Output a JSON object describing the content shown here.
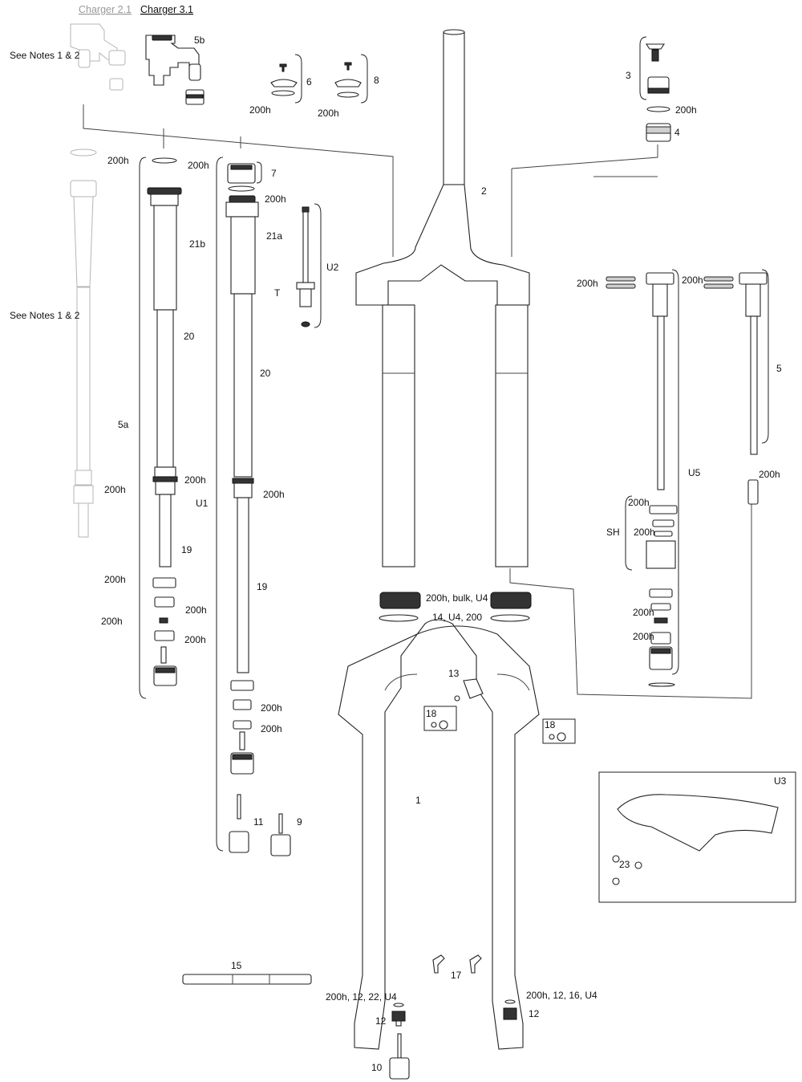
{
  "headers": {
    "charger21": "Charger 2.1",
    "charger31": "Charger 3.1"
  },
  "notes": {
    "top": "See Notes 1 & 2",
    "middle": "See Notes 1 & 2"
  },
  "callouts": {
    "l_5b": "5b",
    "l_6": "6",
    "l_8": "8",
    "l_200h_6": "200h",
    "l_200h_8": "200h",
    "l_3": "3",
    "l_200h_3": "200h",
    "l_4": "4",
    "l_200h_a": "200h",
    "l_200h_b": "200h",
    "l_7": "7",
    "l_200h_7": "200h",
    "l_2": "2",
    "l_21b": "21b",
    "l_21a": "21a",
    "l_U2": "U2",
    "l_T": "T",
    "l_200h_u5a": "200h",
    "l_200h_u5b": "200h",
    "l_20a": "20",
    "l_20b": "20",
    "l_5": "5",
    "l_5a": "5a",
    "l_200h_c": "200h",
    "l_200h_d": "200h",
    "l_U1": "U1",
    "l_200h_e": "200h",
    "l_U5": "U5",
    "l_200h_f": "200h",
    "l_200h_sh1": "200h",
    "l_SH": "SH",
    "l_200h_sh2": "200h",
    "l_19a": "19",
    "l_19b": "19",
    "l_200h_g": "200h",
    "l_200h_h": "200h",
    "l_200h_i": "200h",
    "l_200h_j": "200h",
    "l_bulk": "200h, bulk, U4",
    "l_14": "14, U4, 200",
    "l_200h_k": "200h",
    "l_200h_l": "200h",
    "l_13": "13",
    "l_18a": "18",
    "l_18b": "18",
    "l_200h_m": "200h",
    "l_200h_n": "200h",
    "l_1": "1",
    "l_U3": "U3",
    "l_11": "11",
    "l_9": "9",
    "l_23": "23",
    "l_15": "15",
    "l_17": "17",
    "l_left_bottom": "200h, 12, 22, U4",
    "l_right_bottom": "200h, 12, 16, U4",
    "l_12a": "12",
    "l_12b": "12",
    "l_10": "10"
  }
}
